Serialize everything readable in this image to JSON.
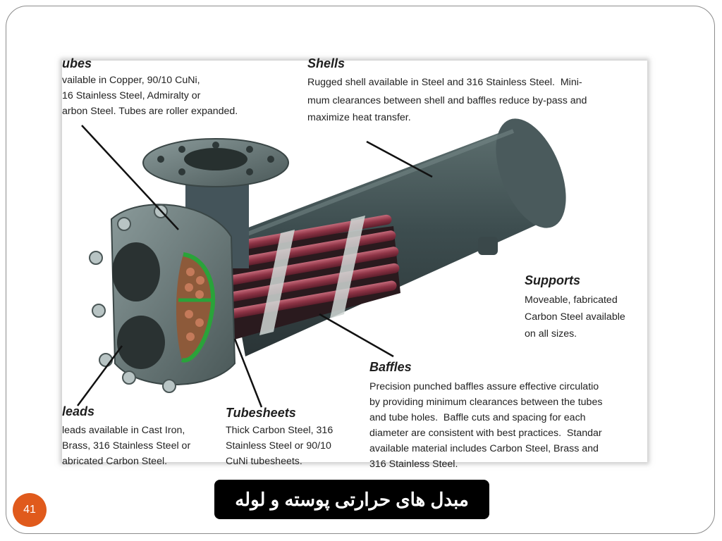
{
  "slide": {
    "title": "مبدل های حرارتی پوسته و لوله",
    "page_number": "41"
  },
  "figure": {
    "labels": {
      "tubes": {
        "heading": "ubes",
        "lines": [
          "vailable in Copper, 90/10 CuNi,",
          "16 Stainless Steel, Admiralty or",
          "arbon Steel. Tubes are roller expanded."
        ]
      },
      "shells": {
        "heading": "Shells",
        "lines": [
          "Rugged shell available in Steel and 316 Stainless Steel.  Mini-",
          "mum clearances between shell and baffles reduce by-pass and",
          "maximize heat transfer."
        ]
      },
      "supports": {
        "heading": "Supports",
        "lines": [
          "Moveable, fabricated",
          "Carbon Steel available",
          "on all sizes."
        ]
      },
      "baffles": {
        "heading": "Baffles",
        "lines": [
          "Precision punched baffles assure effective circulatio",
          "by providing minimum clearances between the tubes",
          "and tube holes.  Baffle cuts and spacing for each",
          "diameter are consistent with best practices.  Standar",
          "available material includes Carbon Steel, Brass and",
          "316 Stainless Steel."
        ]
      },
      "heads": {
        "heading": "leads",
        "lines": [
          "leads available in Cast Iron,",
          "Brass, 316 Stainless Steel or",
          "abricated Carbon Steel."
        ]
      },
      "tubesheets": {
        "heading": "Tubesheets",
        "lines": [
          "Thick Carbon Steel, 316",
          "Stainless Steel or 90/10",
          "CuNi tubesheets."
        ]
      }
    }
  }
}
